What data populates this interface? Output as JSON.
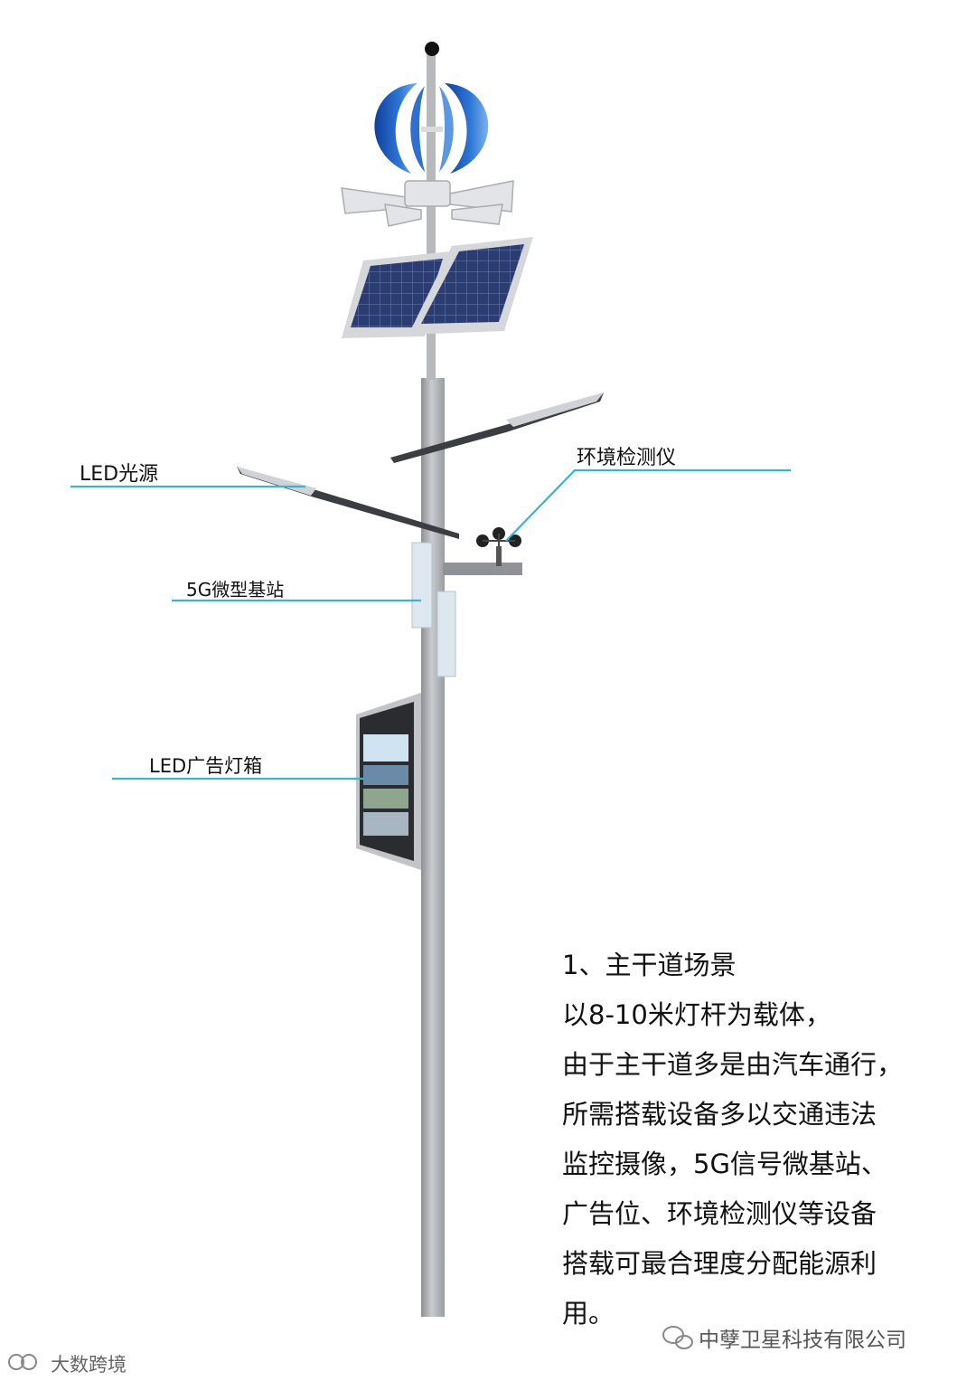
{
  "labels": {
    "led_light": "LED光源",
    "env_monitor": "环境检测仪",
    "base_station": "5G微型基站",
    "ad_box": "LED广告灯箱"
  },
  "description": {
    "lines": [
      "1、主干道场景",
      "以8-10米灯杆为载体，",
      "由于主干道多是由汽车通行，",
      "所需搭载设备多以交通违法",
      "监控摄像，5G信号微基站、",
      "广告位、环境检测仪等设备",
      "搭载可最合理度分配能源利",
      "用。"
    ]
  },
  "watermarks": {
    "company": "中孽卫星科技有限公司",
    "brand": "大数跨境"
  },
  "colors": {
    "callout_line": "#3cb4cf",
    "pole": "#a9acb0",
    "turbine_blue": "#1f5fc0",
    "solar_panel": "#2a3b6e"
  },
  "icons": [
    "wechat-icon",
    "brand-logo-icon"
  ]
}
